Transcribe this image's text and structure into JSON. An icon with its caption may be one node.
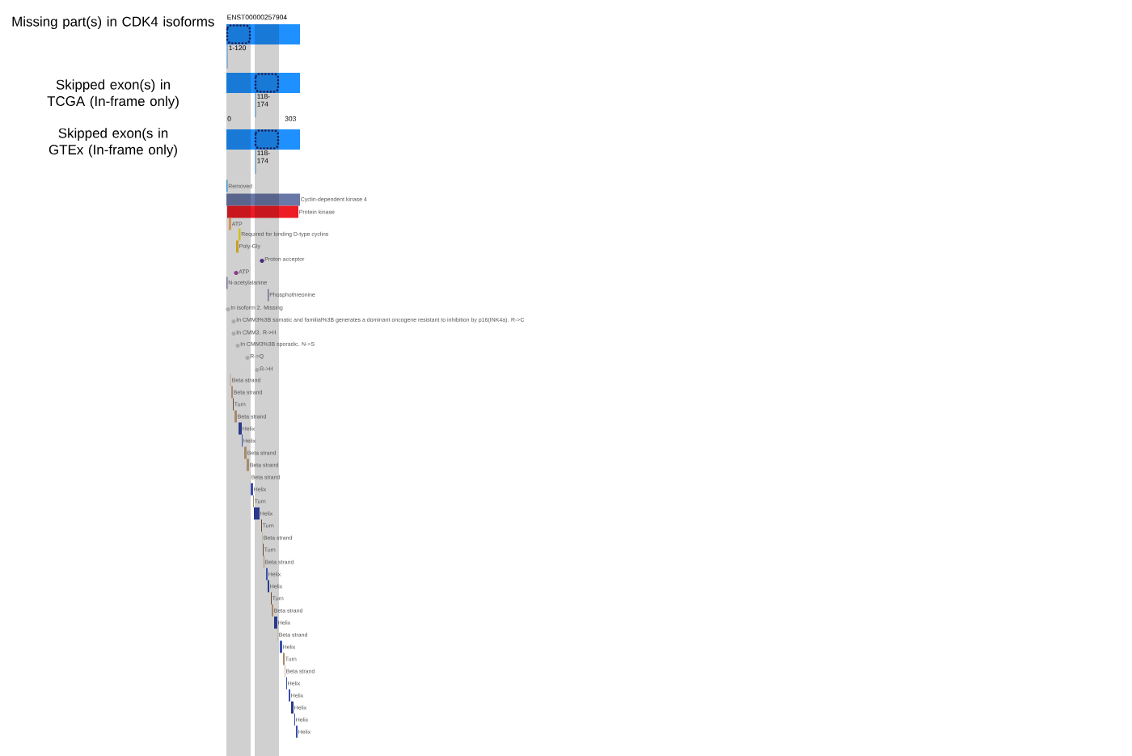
{
  "diagram": {
    "nodes": [
      {
        "text": [
          "ENST00000257904"
        ]
      },
      {
        "text": [
          "1-120"
        ]
      },
      {
        "text": [],
        "shape": "bar"
      },
      {
        "text": [
          "118-174"
        ]
      },
      {
        "text": [],
        "shape": "bar"
      },
      {
        "text": [
          "118-174"
        ]
      },
      {
        "text": [
          "Removed"
        ]
      },
      {
        "text": [
          "Cyclin-dependent kinase 4"
        ]
      },
      {
        "text": [
          "Protein kinase"
        ]
      },
      {
        "text": [
          "ATP"
        ]
      },
      {
        "text": [
          "Required for binding D-type cyclins"
        ]
      },
      {
        "text": [
          "Poly-Gly"
        ]
      },
      {
        "text": [
          "Proton acceptor"
        ]
      },
      {
        "text": [
          "ATP"
        ]
      },
      {
        "text": [
          "N-acetylalanine"
        ]
      },
      {
        "text": [
          "Phosphothreonine"
        ]
      },
      {
        "text": [
          "In isoform 2. Missing"
        ]
      },
      {
        "text": [
          "In CMM3%3B somatic and familial%3B generates a dominant oncogene resistant to inhibition by p16(INK4a). R->C"
        ]
      },
      {
        "text": [
          "In CMM3. R->H"
        ]
      },
      {
        "text": [
          "In CMM3%3B sporadic. N->S"
        ]
      },
      {
        "text": [
          "R->Q"
        ]
      },
      {
        "text": [
          "R->H"
        ]
      },
      {
        "text": [
          "Beta strand"
        ]
      },
      {
        "text": [
          "Beta strand"
        ]
      },
      {
        "text": [
          "Turn"
        ]
      },
      {
        "text": [
          "Beta strand"
        ]
      },
      {
        "text": [
          "Helix"
        ]
      },
      {
        "text": [
          "Helix"
        ]
      },
      {
        "text": [
          "Beta strand"
        ]
      },
      {
        "text": [
          "Beta strand"
        ]
      },
      {
        "text": [
          "Beta strand"
        ]
      },
      {
        "text": [
          "Helix"
        ]
      },
      {
        "text": [
          "Turn"
        ]
      },
      {
        "text": [
          "Helix"
        ]
      },
      {
        "text": [
          "Turn"
        ]
      },
      {
        "text": [
          "Beta strand"
        ]
      },
      {
        "text": [
          "Turn"
        ]
      },
      {
        "text": [
          "Beta strand"
        ]
      },
      {
        "text": [
          "Helix"
        ]
      },
      {
        "text": [
          "Helix"
        ]
      },
      {
        "text": [
          "Turn"
        ]
      },
      {
        "text": [
          "Beta strand"
        ]
      },
      {
        "text": [
          "Helix"
        ]
      },
      {
        "text": [
          "Beta strand"
        ]
      },
      {
        "text": [
          "Helix"
        ]
      },
      {
        "text": [
          "Turn"
        ]
      },
      {
        "text": [
          "Beta strand"
        ]
      },
      {
        "text": [
          "Helix"
        ]
      },
      {
        "text": [
          "Helix"
        ]
      },
      {
        "text": [
          "Helix"
        ]
      },
      {
        "text": [
          "Helix"
        ]
      },
      {
        "text": [
          "Helix"
        ]
      }
    ],
    "labels": [
      "Missing part(s) in CDK4 isoforms",
      "Skipped exon(s) in TCGA (In-frame only)",
      "Skipped exon(s in GTEx (In-frame only)",
      "0",
      "303"
    ]
  }
}
